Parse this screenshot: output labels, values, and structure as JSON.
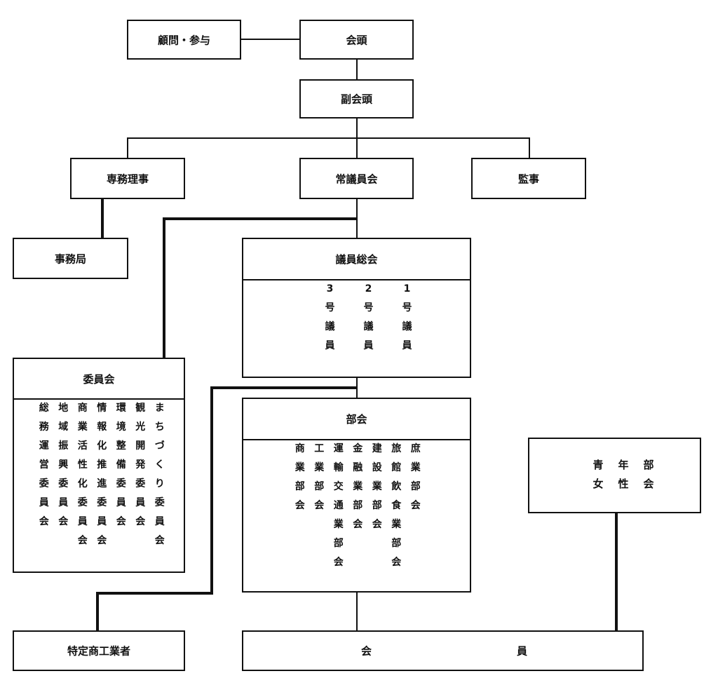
{
  "nodes": {
    "advisor": "顧問・参与",
    "president": "会頭",
    "vice_president": "副会頭",
    "managing_director": "専務理事",
    "standing_council": "常議員会",
    "auditor": "監事",
    "secretariat": "事務局",
    "general_assembly": "議員総会",
    "committees": "委員会",
    "sections": "部会",
    "youth_women": "青年部\n女性会",
    "specified_merchants": "特定商工業者",
    "members": "会員"
  },
  "assembly_members": [
    [
      "3",
      "号",
      "議",
      "員"
    ],
    [
      "2",
      "号",
      "議",
      "員"
    ],
    [
      "1",
      "号",
      "議",
      "員"
    ]
  ],
  "committee_list": [
    [
      "総",
      "務",
      "運",
      "営",
      "委",
      "員",
      "会"
    ],
    [
      "地",
      "域",
      "振",
      "興",
      "委",
      "員",
      "会"
    ],
    [
      "商",
      "業",
      "活",
      "性",
      "化",
      "委",
      "員",
      "会"
    ],
    [
      "情",
      "報",
      "化",
      "推",
      "進",
      "委",
      "員",
      "会"
    ],
    [
      "環",
      "境",
      "整",
      "備",
      "委",
      "員",
      "会"
    ],
    [
      "観",
      "光",
      "開",
      "発",
      "委",
      "員",
      "会"
    ],
    [
      "ま",
      "ち",
      "づ",
      "く",
      "り",
      "委",
      "員",
      "会"
    ]
  ],
  "section_list": [
    [
      "商",
      "業",
      "部",
      "会"
    ],
    [
      "工",
      "業",
      "部",
      "会"
    ],
    [
      "運",
      "輸",
      "交",
      "通",
      "業",
      "部",
      "会"
    ],
    [
      "金",
      "融",
      "業",
      "部",
      "会"
    ],
    [
      "建",
      "設",
      "業",
      "部",
      "会"
    ],
    [
      "旅",
      "館",
      "飲",
      "食",
      "業",
      "部",
      "会"
    ],
    [
      "庶",
      "業",
      "部",
      "会"
    ]
  ],
  "youth_women_rows": [
    [
      "青",
      "年",
      "部"
    ],
    [
      "女",
      "性",
      "会"
    ]
  ],
  "members_chars": [
    "会",
    "員"
  ]
}
